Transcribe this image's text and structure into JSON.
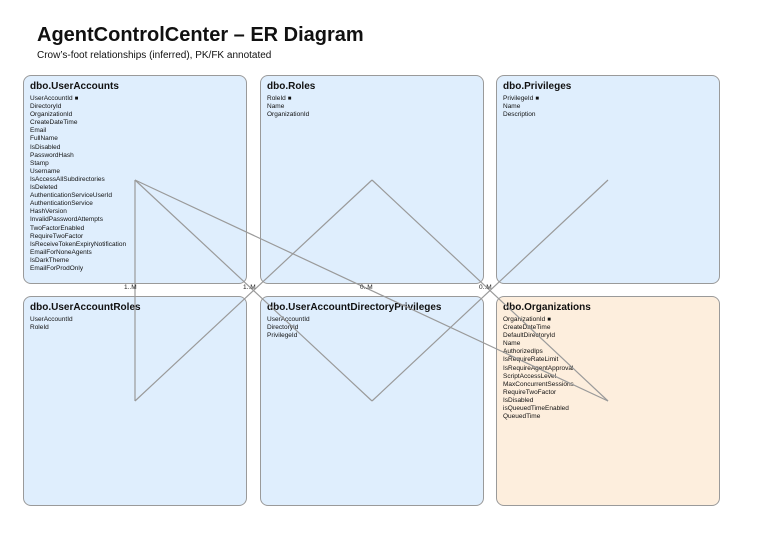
{
  "header": {
    "title": "AgentControlCenter – ER Diagram",
    "subtitle": "Crow’s-foot relationships (inferred), PK/FK annotated"
  },
  "entities": {
    "user_accounts": {
      "name": "dbo.UserAccounts",
      "columns": [
        {
          "name": "UserAccountId",
          "pk": true
        },
        {
          "name": "DirectoryId"
        },
        {
          "name": "OrganizationId"
        },
        {
          "name": "CreateDateTime"
        },
        {
          "name": "Email"
        },
        {
          "name": "FullName"
        },
        {
          "name": "IsDisabled"
        },
        {
          "name": "PasswordHash"
        },
        {
          "name": "Stamp"
        },
        {
          "name": "Username"
        },
        {
          "name": "IsAccessAllSubdirectories"
        },
        {
          "name": "IsDeleted"
        },
        {
          "name": "AuthenticationServiceUserId"
        },
        {
          "name": "AuthenticationService"
        },
        {
          "name": "HashVersion"
        },
        {
          "name": "InvalidPasswordAttempts"
        },
        {
          "name": "TwoFactorEnabled"
        },
        {
          "name": "RequireTwoFactor"
        },
        {
          "name": "IsReceiveTokenExpiryNotification"
        },
        {
          "name": "EmailForNoneAgents"
        },
        {
          "name": "IsDarkTheme"
        },
        {
          "name": "EmailForProdOnly"
        }
      ]
    },
    "roles": {
      "name": "dbo.Roles",
      "columns": [
        {
          "name": "RoleId",
          "pk": true
        },
        {
          "name": "Name"
        },
        {
          "name": "OrganizationId"
        }
      ]
    },
    "privileges": {
      "name": "dbo.Privileges",
      "columns": [
        {
          "name": "PrivilegeId",
          "pk": true
        },
        {
          "name": "Name"
        },
        {
          "name": "Description"
        }
      ]
    },
    "user_account_roles": {
      "name": "dbo.UserAccountRoles",
      "columns": [
        {
          "name": "UserAccountId"
        },
        {
          "name": "RoleId"
        }
      ]
    },
    "user_account_directory_privileges": {
      "name": "dbo.UserAccountDirectoryPrivileges",
      "columns": [
        {
          "name": "UserAccountId"
        },
        {
          "name": "DirectoryId"
        },
        {
          "name": "PrivilegeId"
        }
      ]
    },
    "organizations": {
      "name": "dbo.Organizations",
      "columns": [
        {
          "name": "OrganizationId",
          "pk": true
        },
        {
          "name": "CreateDateTime"
        },
        {
          "name": "DefaultDirectoryId"
        },
        {
          "name": "Name"
        },
        {
          "name": "AuthorizedIps"
        },
        {
          "name": "IsRequireRateLimit"
        },
        {
          "name": "IsRequireAgentApproval"
        },
        {
          "name": "ScriptAccessLevel"
        },
        {
          "name": "MaxConcurrentSessions"
        },
        {
          "name": "RequireTwoFactor"
        },
        {
          "name": "IsDisabled"
        },
        {
          "name": "isQueuedTimeEnabled"
        },
        {
          "name": "QueuedTime"
        }
      ]
    }
  },
  "pk_marker": "■",
  "relationships": [
    {
      "from": "user_accounts",
      "to": "user_account_roles",
      "cardinality": "1..M"
    },
    {
      "from": "user_accounts",
      "to": "user_account_directory_privileges",
      "cardinality": "1..M"
    },
    {
      "from": "user_accounts",
      "to": "organizations",
      "cardinality": ""
    },
    {
      "from": "roles",
      "to": "user_account_roles",
      "cardinality": ""
    },
    {
      "from": "roles",
      "to": "organizations",
      "cardinality": "0..M"
    },
    {
      "from": "privileges",
      "to": "user_account_directory_privileges",
      "cardinality": "0..M"
    }
  ],
  "colors": {
    "entity_fill": "#dfeefd",
    "entity_fill_highlight": "#fdeedd",
    "border": "#9a9a9a",
    "line": "#9a9a9a"
  }
}
